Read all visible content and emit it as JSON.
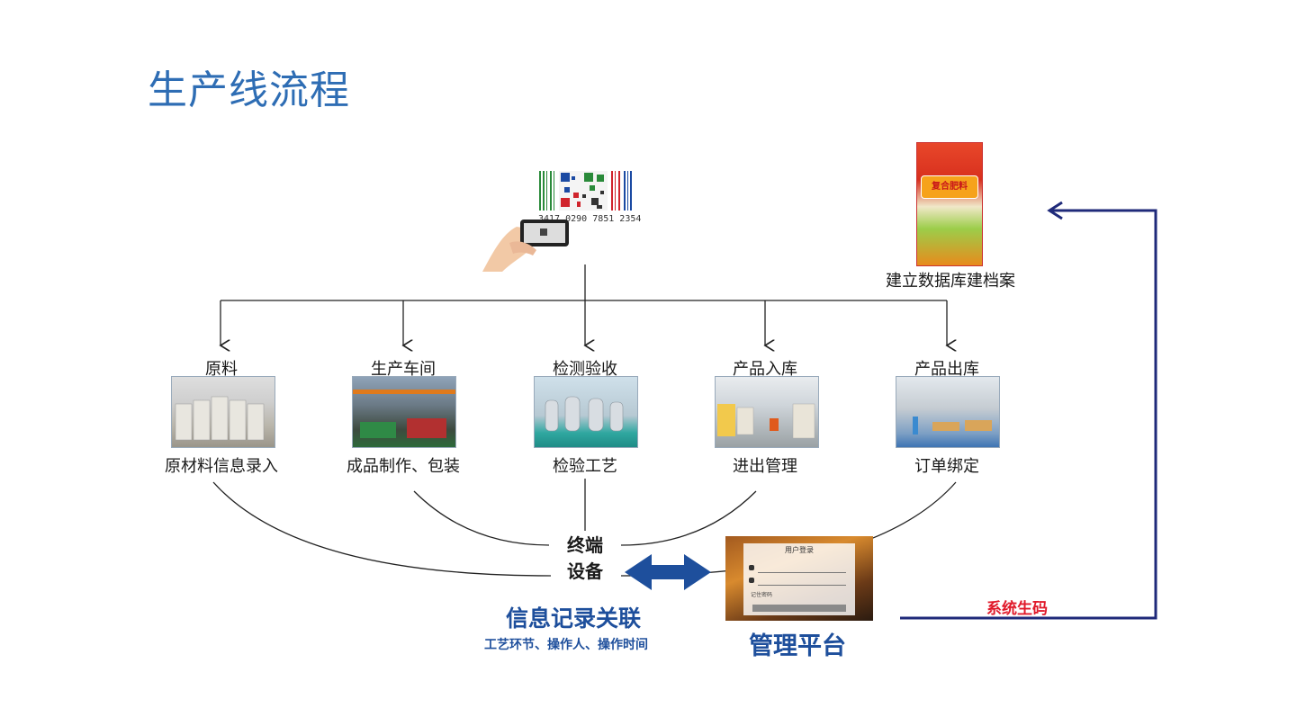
{
  "page_title": "生产线流程",
  "qr": {
    "code_numbers": "3417  0290  7851  2354"
  },
  "fertilizer_bag": {
    "product_name": "复合肥料"
  },
  "archive_caption": "建立数据库建档案",
  "stages": [
    {
      "label": "原料",
      "caption": "原材料信息录入"
    },
    {
      "label": "生产车间",
      "caption": "成品制作、包装"
    },
    {
      "label": "检测验收",
      "caption": "检验工艺"
    },
    {
      "label": "产品入库",
      "caption": "进出管理"
    },
    {
      "label": "产品出库",
      "caption": "订单绑定"
    }
  ],
  "terminal": {
    "line1": "终端",
    "line2": "设备"
  },
  "info_link": {
    "title": "信息记录关联",
    "subtitle": "工艺环节、操作人、操作时间"
  },
  "platform": {
    "title": "管理平台",
    "login_title": "用户登录",
    "login_check": "记住密码"
  },
  "gen_code_label": "系统生码",
  "colors": {
    "title_blue": "#2e6db4",
    "dark_blue": "#1e4f9c",
    "arrow_navy": "#1f2a7a",
    "red": "#e0192a"
  }
}
